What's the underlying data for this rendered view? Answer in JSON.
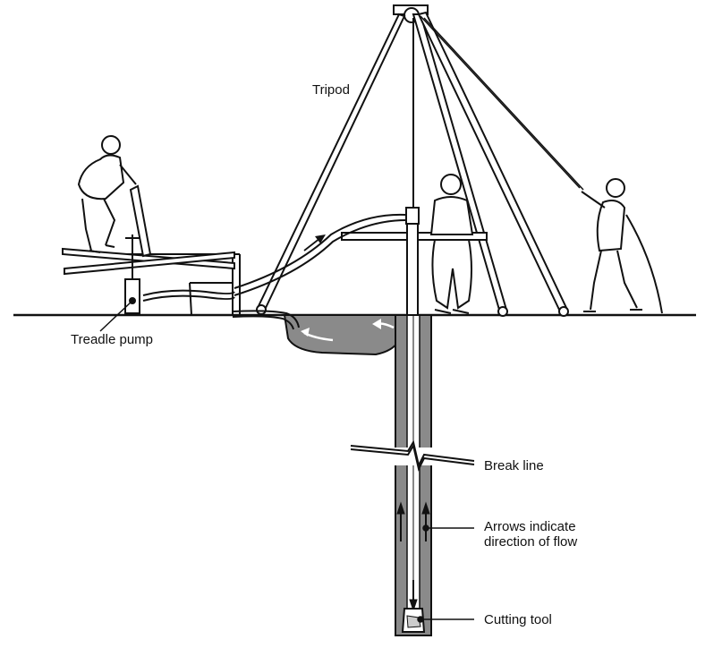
{
  "labels": {
    "tripod": "Tripod",
    "treadle_pump": "Treadle pump",
    "break_line": "Break line",
    "arrows_line1": "Arrows indicate",
    "arrows_line2": "direction of flow",
    "cutting_tool": "Cutting tool"
  },
  "colors": {
    "line": "#111111",
    "water": "#8a8a8a",
    "background": "#ffffff"
  }
}
